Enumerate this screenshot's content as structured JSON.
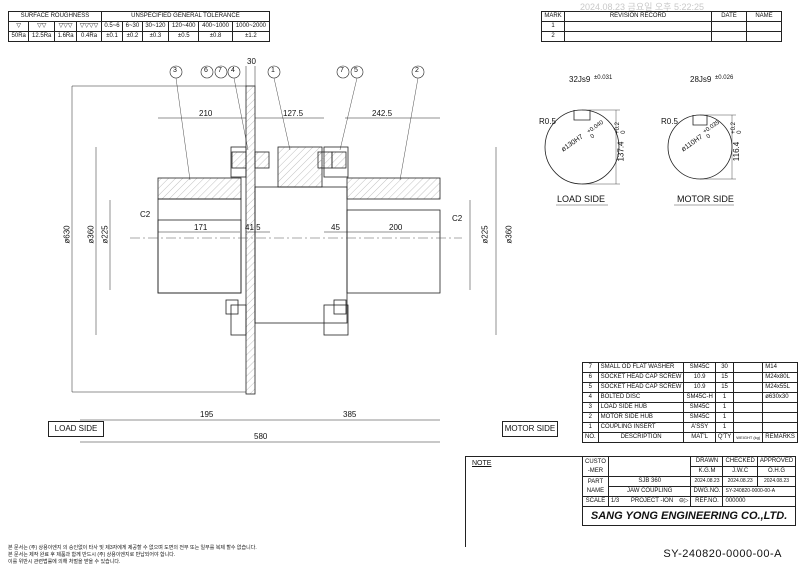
{
  "header": {
    "timestamp": "2024.08.23 금요일 오후 5:22:25",
    "roughness_title": "SURFACE ROUGHNESS",
    "tolerance_title": "UNSPECIFIED GENERAL TOLERANCE",
    "roughness_symbols": [
      "▽",
      "▽▽",
      "▽▽▽",
      "▽▽▽▽"
    ],
    "roughness_values": [
      "50Ra",
      "12.5Ra",
      "1.6Ra",
      "0.4Ra"
    ],
    "tolerance_ranges": [
      "0.5~6",
      "6~30",
      "30~120",
      "120~400",
      "400~1000",
      "1000~2000"
    ],
    "tolerance_values": [
      "±0.1",
      "±0.2",
      "±0.3",
      "±0.5",
      "±0.8",
      "±1.2"
    ]
  },
  "revision": {
    "col_mark": "MARK",
    "col_record": "REVISION RECORD",
    "col_date": "DATE",
    "col_name": "NAME",
    "marks": [
      "1",
      "2"
    ]
  },
  "drawing": {
    "balloons": [
      "3",
      "6",
      "7",
      "4",
      "1",
      "7",
      "5",
      "2"
    ],
    "dims": {
      "d30": "30",
      "d210": "210",
      "d127_5": "127.5",
      "d242_5": "242.5",
      "d171": "171",
      "d41_5": "41.5",
      "d45": "45",
      "d200": "200",
      "d195": "195",
      "d385": "385",
      "d580": "580",
      "phi630": "ø630",
      "phi360_l": "ø360",
      "phi225_l": "ø225",
      "phi225_r": "ø225",
      "phi360_r": "ø360",
      "c2_l": "C2",
      "c2_r": "C2"
    },
    "load_side_label": "LOAD SIDE",
    "motor_side_label": "MOTOR SIDE"
  },
  "section_views": {
    "load": {
      "key": "32Js9",
      "key_tol": "±0.031",
      "radius": "R0.5",
      "bore": "ø130H7",
      "bore_tol": "+0.040\n0",
      "depth": "137.4",
      "depth_tol": "+0.2\n0",
      "caption": "LOAD SIDE"
    },
    "motor": {
      "key": "28Js9",
      "key_tol": "±0.026",
      "radius": "R0.5",
      "bore": "ø110H7",
      "bore_tol": "+0.035\n0",
      "depth": "116.4",
      "depth_tol": "+0.2\n0",
      "caption": "MOTOR SIDE"
    }
  },
  "parts": [
    {
      "no": "7",
      "desc": "SMALL OD FLAT WASHER",
      "mat": "SM45C",
      "qty": "30",
      "wt": "",
      "rem": "M14"
    },
    {
      "no": "6",
      "desc": "SOCKET HEAD CAP SCREW",
      "mat": "10.9",
      "qty": "15",
      "wt": "",
      "rem": "M24x80L"
    },
    {
      "no": "5",
      "desc": "SOCKET HEAD CAP SCREW",
      "mat": "10.9",
      "qty": "15",
      "wt": "",
      "rem": "M24x55L"
    },
    {
      "no": "4",
      "desc": "BOLTED DISC",
      "mat": "SM45C-H",
      "qty": "1",
      "wt": "",
      "rem": "ø630x30"
    },
    {
      "no": "3",
      "desc": "LOAD SIDE HUB",
      "mat": "SM45C",
      "qty": "1",
      "wt": "",
      "rem": ""
    },
    {
      "no": "2",
      "desc": "MOTOR SIDE HUB",
      "mat": "SM45C",
      "qty": "1",
      "wt": "",
      "rem": ""
    },
    {
      "no": "1",
      "desc": "COUPLING INSERT",
      "mat": "A'SSY",
      "qty": "1",
      "wt": "",
      "rem": ""
    }
  ],
  "parts_header": {
    "no": "NO.",
    "desc": "DESCRIPTION",
    "mat": "MAT'L",
    "qty": "Q'TY",
    "wt": "WEIGHT (kg)",
    "rem": "REMARKS"
  },
  "title_block": {
    "note_label": "NOTE",
    "customer_label": "CUSTO -MER",
    "drawn": "DRAWN",
    "checked": "CHECKED",
    "approved": "APPROVED",
    "drawn_by": "K.G.M",
    "checked_by": "J.W.C",
    "approved_by": "O.H.G",
    "date1": "2024.08.23",
    "date2": "2024.08.23",
    "date3": "2024.08.23",
    "part_name_label": "PART NAME",
    "part_name_1": "SJB 360",
    "part_name_2": "JAW COUPLING",
    "dwg_no_label": "DWG.NO.",
    "dwg_no": "SY-240820-0000-00-A",
    "scale_label": "SCALE",
    "scale": "1/3",
    "projection_label": "PROJECT -ION",
    "ref_no_label": "REF.NO.",
    "ref_no": "000000",
    "company": "SANG YONG ENGINEERING CO.,LTD."
  },
  "footer": {
    "notes": [
      "본 문서는 (주) 상용이엔지 의 승인없이 타사 및 제3자에게 제공할 수 없으며 도면의 전부 또는 일부를 복제 할수 없습니다.",
      "본 문서는 제작 완료 후 제품과 함께 반드시 (주) 상용이엔지로 반납되어야 합니다.",
      "이를 위반시 관련법률에 의해 처벌을 받을 수 있습니다."
    ],
    "drawing_number": "SY-240820-0000-00-A"
  }
}
